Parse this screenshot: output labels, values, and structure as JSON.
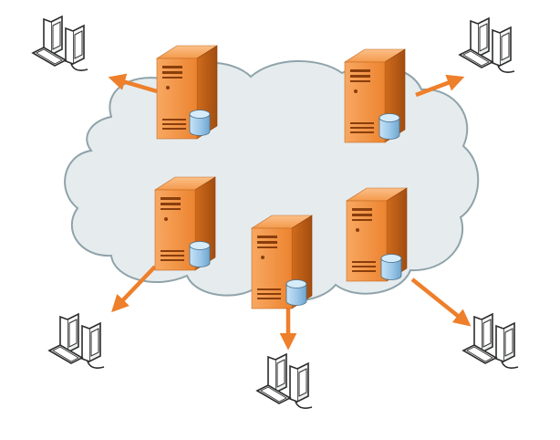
{
  "diagram": {
    "cloud": {
      "icon": "cloud-shape",
      "fill": "#e6ecee",
      "stroke": "#8fa3aa"
    },
    "servers": [
      {
        "id": "server-top-left",
        "icon": "server-tower-icon",
        "database_icon": "database-cylinder-icon"
      },
      {
        "id": "server-top-right",
        "icon": "server-tower-icon",
        "database_icon": "database-cylinder-icon"
      },
      {
        "id": "server-middle-left",
        "icon": "server-tower-icon",
        "database_icon": "database-cylinder-icon"
      },
      {
        "id": "server-bottom-center",
        "icon": "server-tower-icon",
        "database_icon": "database-cylinder-icon"
      },
      {
        "id": "server-bottom-right",
        "icon": "server-tower-icon",
        "database_icon": "database-cylinder-icon"
      }
    ],
    "clients": [
      {
        "id": "client-top-left",
        "icon": "desktop-computer-icon"
      },
      {
        "id": "client-top-right",
        "icon": "desktop-computer-icon"
      },
      {
        "id": "client-bottom-left",
        "icon": "desktop-computer-icon"
      },
      {
        "id": "client-bottom-center",
        "icon": "desktop-computer-icon"
      },
      {
        "id": "client-bottom-right",
        "icon": "desktop-computer-icon"
      }
    ],
    "connections": [
      {
        "from": "server-top-left",
        "to": "client-top-left"
      },
      {
        "from": "server-top-right",
        "to": "client-top-right"
      },
      {
        "from": "server-middle-left",
        "to": "client-bottom-left"
      },
      {
        "from": "server-bottom-center",
        "to": "client-bottom-center"
      },
      {
        "from": "server-bottom-right",
        "to": "client-bottom-right"
      }
    ],
    "colors": {
      "server_light": "#f6a15a",
      "server_mid": "#ec8430",
      "server_dark": "#b75a14",
      "arrow": "#ee7f2b",
      "database": "#9ec9ea",
      "computer_outline": "#333333"
    }
  }
}
